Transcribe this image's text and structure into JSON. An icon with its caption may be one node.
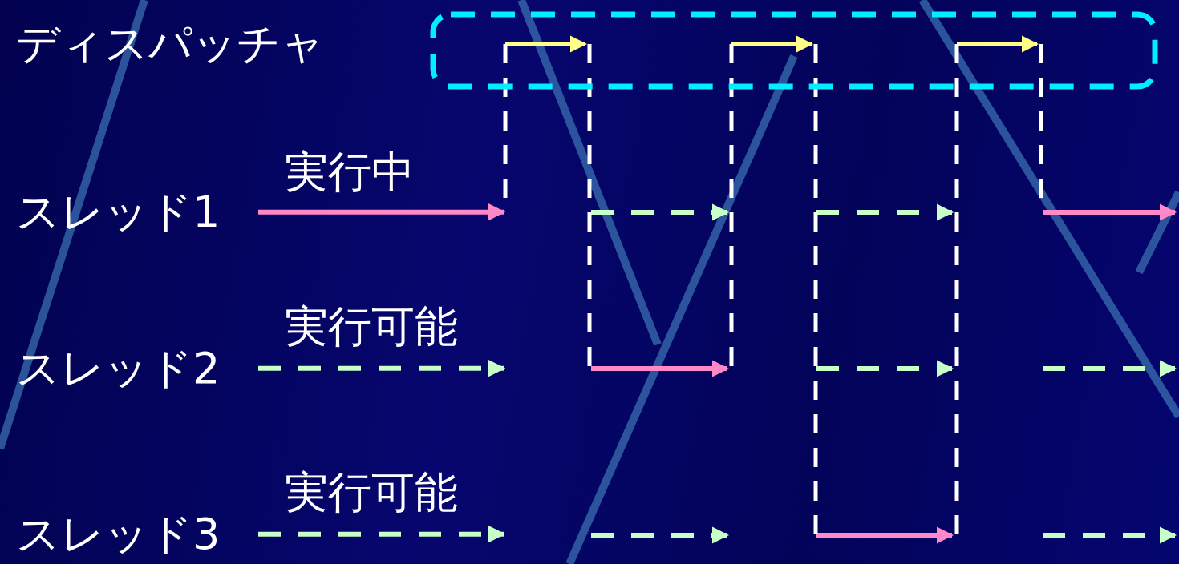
{
  "diagram": {
    "nodes": [
      {
        "text": [
          "ディスパッチャ"
        ]
      },
      {
        "text": [
          "スレッド1"
        ]
      },
      {
        "text": [
          "スレッド2"
        ]
      },
      {
        "text": [
          "スレッド3"
        ]
      }
    ],
    "edges": [
      {
        "from": 1,
        "to": null,
        "arrow": "to",
        "label": "実行中",
        "color": "#ff88c8"
      },
      {
        "from": 2,
        "to": null,
        "arrow": "to",
        "label": "実行可能",
        "style": "dashed",
        "color": "#c8ffc8"
      },
      {
        "from": 3,
        "to": null,
        "arrow": "to",
        "label": "実行可能",
        "style": "dashed",
        "color": "#c8ffc8"
      }
    ]
  }
}
